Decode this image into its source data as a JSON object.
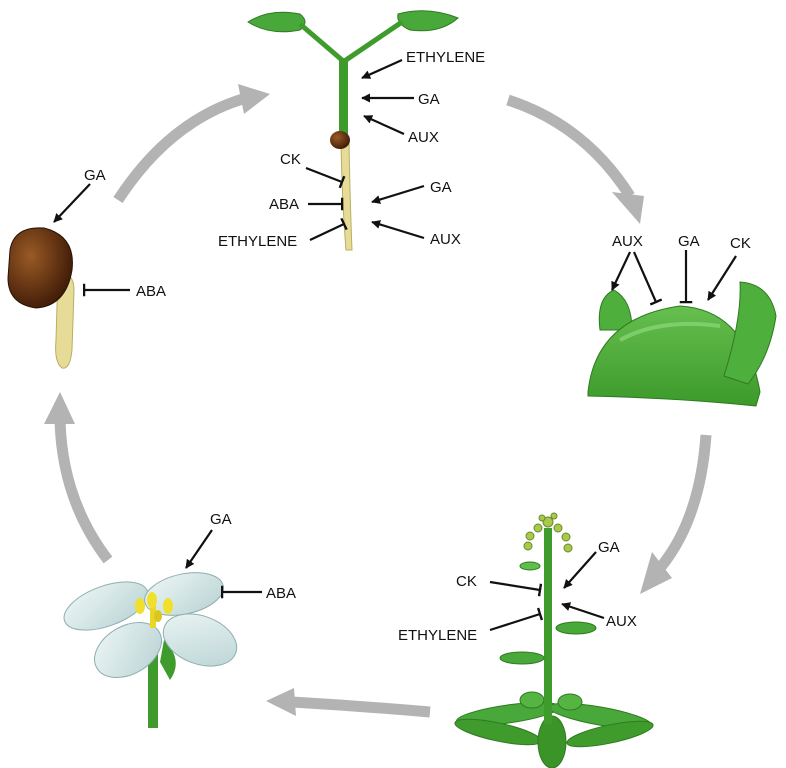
{
  "colors": {
    "stem_green": "#3f9b2c",
    "leaf_green": "#49a83a",
    "seed_brown": "#5a2a0c",
    "root_tan": "#e6dc98",
    "petal_blue": "#d6e6e6",
    "anther_yellow": "#f0e02c",
    "cycle_arrow": "#b3b3b3",
    "line": "#111111"
  },
  "stages": {
    "seedling": {
      "labels": {
        "ethylene_shoot": "ETHYLENE",
        "ga_shoot": "GA",
        "aux_shoot": "AUX",
        "ck_root": "CK",
        "aba_root": "ABA",
        "ethylene_root": "ETHYLENE",
        "ga_root": "GA",
        "aux_root": "AUX"
      }
    },
    "meristem": {
      "labels": {
        "aux": "AUX",
        "ga": "GA",
        "ck": "CK"
      }
    },
    "rosette": {
      "labels": {
        "ga": "GA",
        "ck": "CK",
        "aux": "AUX",
        "ethylene": "ETHYLENE"
      }
    },
    "flower": {
      "labels": {
        "ga": "GA",
        "aba": "ABA"
      }
    },
    "seed": {
      "labels": {
        "ga": "GA",
        "aba": "ABA"
      }
    }
  }
}
